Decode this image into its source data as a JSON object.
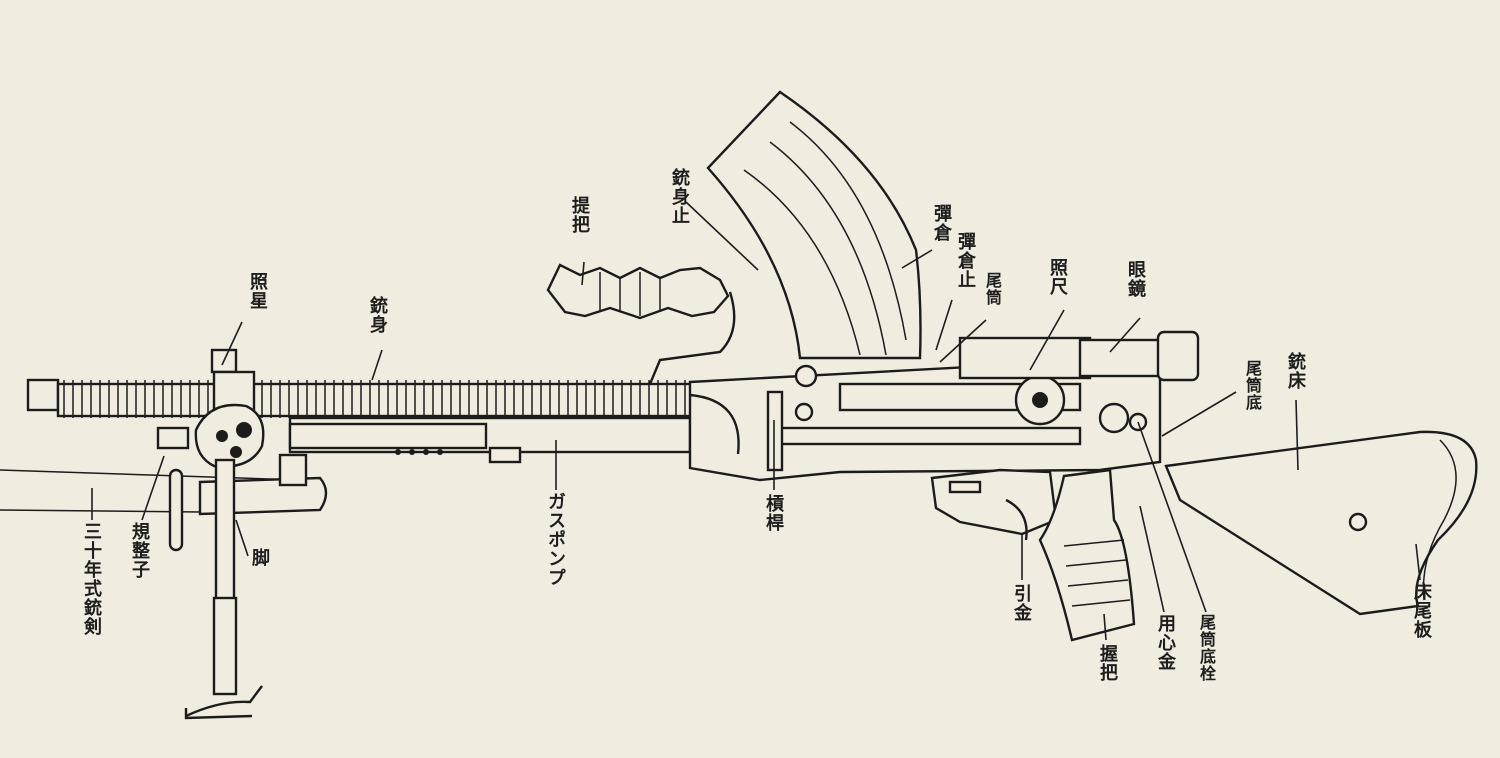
{
  "labels": {
    "front_sight": "照星",
    "barrel": "銃身",
    "carry_handle": "提把",
    "barrel_lock": "銃身止",
    "magazine": "彈倉",
    "magazine_catch": "彈倉止",
    "receiver": "尾筒",
    "rear_sight": "照尺",
    "scope": "眼鏡",
    "butt_plate_receiver": "尾筒底",
    "stock": "銃床",
    "bayonet": "三十年式銃剣",
    "bayonet_mount": "規整子",
    "bipod": "脚",
    "gas_cylinder": "ガスポンプ",
    "cocking_handle": "槓桿",
    "trigger": "引金",
    "grip": "握把",
    "trigger_guard": "用心金",
    "receiver_end_pin": "尾筒底栓",
    "butt_plate": "床尾板"
  }
}
